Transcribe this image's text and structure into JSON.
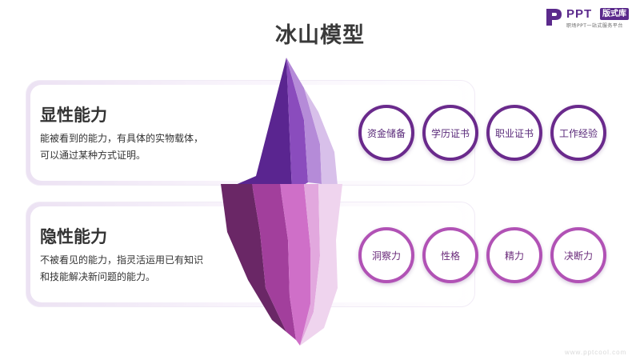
{
  "title": "冰山模型",
  "logo": {
    "brand": "PPT",
    "badge": "版式库",
    "tagline": "职场PPT一站式服务平台"
  },
  "sections": [
    {
      "heading": "显性能力",
      "description": "能被看到的能力，有具体的实物载体，可以通过某种方式证明。",
      "items": [
        "资金储备",
        "学历证书",
        "职业证书",
        "工作经验"
      ]
    },
    {
      "heading": "隐性能力",
      "description": "不被看见的能力，指灵活运用已有知识和技能解决新问题的能力。",
      "items": [
        "洞察力",
        "性格",
        "精力",
        "决断力"
      ]
    }
  ],
  "watermark": "www.pptcool.com",
  "colors": {
    "upper_ring": "#6a2a8c",
    "lower_ring": "#b152b5",
    "iceberg_dark": "#4b1f78",
    "iceberg_light": "#e8cfee"
  }
}
